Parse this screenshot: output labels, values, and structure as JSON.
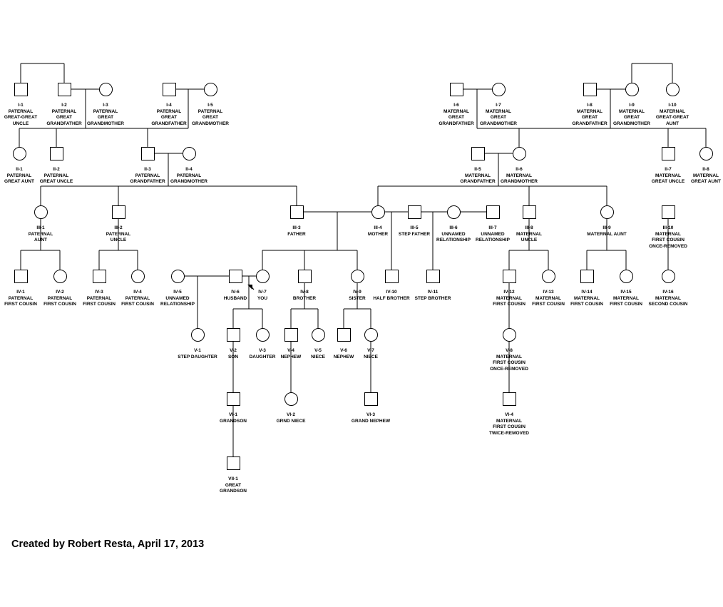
{
  "credit": "Created by Robert Resta, April 17, 2013",
  "individuals": [
    {
      "id": "I-1",
      "sex": "male",
      "lines": [
        "PATERNAL",
        "GREAT-GREAT",
        "UNCLE"
      ]
    },
    {
      "id": "I-2",
      "sex": "male",
      "lines": [
        "PATERNAL",
        "GREAT",
        "GRANDFATHER"
      ]
    },
    {
      "id": "I-3",
      "sex": "female",
      "lines": [
        "PATERNAL",
        "GREAT",
        "GRANDMOTHER"
      ]
    },
    {
      "id": "I-4",
      "sex": "male",
      "lines": [
        "PATERNAL",
        "GREAT",
        "GRANDFATHER"
      ]
    },
    {
      "id": "I-5",
      "sex": "female",
      "lines": [
        "PATERNAL",
        "GREAT",
        "GRANDMOTHER"
      ]
    },
    {
      "id": "I-6",
      "sex": "male",
      "lines": [
        "MATERNAL",
        "GREAT",
        "GRANDFATHER"
      ]
    },
    {
      "id": "I-7",
      "sex": "female",
      "lines": [
        "MATERNAL",
        "GREAT",
        "GRANDMOTHER"
      ]
    },
    {
      "id": "I-8",
      "sex": "male",
      "lines": [
        "MATERNAL",
        "GREAT",
        "GRANDFATHER"
      ]
    },
    {
      "id": "I-9",
      "sex": "female",
      "lines": [
        "MATERNAL",
        "GREAT",
        "GRANDMOTHER"
      ]
    },
    {
      "id": "I-10",
      "sex": "female",
      "lines": [
        "MATERNAL",
        "GREAT-GREAT",
        "AUNT"
      ]
    },
    {
      "id": "II-1",
      "sex": "female",
      "lines": [
        "PATERNAL",
        "GREAT AUNT"
      ]
    },
    {
      "id": "II-2",
      "sex": "male",
      "lines": [
        "PATERNAL",
        "GREAT UNCLE"
      ]
    },
    {
      "id": "II-3",
      "sex": "male",
      "lines": [
        "PATERNAL",
        "GRANDFATHER"
      ]
    },
    {
      "id": "II-4",
      "sex": "female",
      "lines": [
        "PATERNAL",
        "GRANDMOTHER"
      ]
    },
    {
      "id": "II-5",
      "sex": "male",
      "lines": [
        "MATERNAL",
        "GRANDFATHER"
      ]
    },
    {
      "id": "II-6",
      "sex": "female",
      "lines": [
        "MATERNAL",
        "GRANDMOTHER"
      ]
    },
    {
      "id": "II-7",
      "sex": "male",
      "lines": [
        "MATERNAL",
        "GREAT UNCLE"
      ]
    },
    {
      "id": "II-8",
      "sex": "female",
      "lines": [
        "MATERNAL",
        "GREAT AUNT"
      ]
    },
    {
      "id": "III-1",
      "sex": "female",
      "lines": [
        "PATERNAL",
        "AUNT"
      ]
    },
    {
      "id": "III-2",
      "sex": "male",
      "lines": [
        "PATERNAL",
        "UNCLE"
      ]
    },
    {
      "id": "III-3",
      "sex": "male",
      "lines": [
        "FATHER"
      ]
    },
    {
      "id": "III-4",
      "sex": "female",
      "lines": [
        "MOTHER"
      ]
    },
    {
      "id": "III-5",
      "sex": "male",
      "lines": [
        "STEP FATHER"
      ]
    },
    {
      "id": "III-6",
      "sex": "female",
      "lines": [
        "UNNAMED",
        "RELATIONSHIP"
      ]
    },
    {
      "id": "III-7",
      "sex": "male",
      "lines": [
        "UNNAMED",
        "RELATIONSHIP"
      ]
    },
    {
      "id": "III-8",
      "sex": "male",
      "lines": [
        "MATERNAL",
        "UNCLE"
      ]
    },
    {
      "id": "III-9",
      "sex": "female",
      "lines": [
        "MATERNAL AUNT"
      ]
    },
    {
      "id": "III-10",
      "sex": "male",
      "lines": [
        "MATERNAL",
        "FIRST COUSIN",
        "ONCE-REMOVED"
      ]
    },
    {
      "id": "IV-1",
      "sex": "male",
      "lines": [
        "PATERNAL",
        "FIRST COUSIN"
      ]
    },
    {
      "id": "IV-2",
      "sex": "female",
      "lines": [
        "PATERNAL",
        "FIRST COUSIN"
      ]
    },
    {
      "id": "IV-3",
      "sex": "male",
      "lines": [
        "PATERNAL",
        "FIRST COUSIN"
      ]
    },
    {
      "id": "IV-4",
      "sex": "female",
      "lines": [
        "PATERNAL",
        "FIRST COUSIN"
      ]
    },
    {
      "id": "IV-5",
      "sex": "female",
      "lines": [
        "UNNAMED",
        "RELATIONSHIP"
      ]
    },
    {
      "id": "IV-6",
      "sex": "male",
      "lines": [
        "HUSBAND"
      ]
    },
    {
      "id": "IV-7",
      "sex": "female",
      "lines": [
        "YOU"
      ],
      "proband": true
    },
    {
      "id": "IV-8",
      "sex": "male",
      "lines": [
        "BROTHER"
      ]
    },
    {
      "id": "IV-9",
      "sex": "female",
      "lines": [
        "SISTER"
      ]
    },
    {
      "id": "IV-10",
      "sex": "male",
      "lines": [
        "HALF BROTHER"
      ]
    },
    {
      "id": "IV-11",
      "sex": "male",
      "lines": [
        "STEP BROTHER"
      ]
    },
    {
      "id": "IV-12",
      "sex": "male",
      "lines": [
        "MATERNAL",
        "FIRST COUSIN"
      ]
    },
    {
      "id": "IV-13",
      "sex": "female",
      "lines": [
        "MATERNAL",
        "FIRST COUSIN"
      ]
    },
    {
      "id": "IV-14",
      "sex": "male",
      "lines": [
        "MATERNAL",
        "FIRST COUSIN"
      ]
    },
    {
      "id": "IV-15",
      "sex": "female",
      "lines": [
        "MATERNAL",
        "FIRST COUSIN"
      ]
    },
    {
      "id": "IV-16",
      "sex": "female",
      "lines": [
        "MATERNAL",
        "SECOND COUSIN"
      ]
    },
    {
      "id": "V-1",
      "sex": "female",
      "lines": [
        "STEP DAUGHTER"
      ]
    },
    {
      "id": "V-2",
      "sex": "male",
      "lines": [
        "SON"
      ]
    },
    {
      "id": "V-3",
      "sex": "female",
      "lines": [
        "DAUGHTER"
      ]
    },
    {
      "id": "V-4",
      "sex": "male",
      "lines": [
        "NEPHEW"
      ]
    },
    {
      "id": "V-5",
      "sex": "female",
      "lines": [
        "NIECE"
      ]
    },
    {
      "id": "V-6",
      "sex": "male",
      "lines": [
        "NEPHEW"
      ]
    },
    {
      "id": "V-7",
      "sex": "female",
      "lines": [
        "NIECE"
      ]
    },
    {
      "id": "V-8",
      "sex": "female",
      "lines": [
        "MATERNAL",
        "FIRST COUSIN",
        "ONCE-REMOVED"
      ]
    },
    {
      "id": "VI-1",
      "sex": "male",
      "lines": [
        "GRANDSON"
      ]
    },
    {
      "id": "VI-2",
      "sex": "female",
      "lines": [
        "GRND NIECE"
      ]
    },
    {
      "id": "VI-3",
      "sex": "male",
      "lines": [
        "GRAND NEPHEW"
      ]
    },
    {
      "id": "VI-4",
      "sex": "male",
      "lines": [
        "MATERNAL",
        "FIRST COUSIN",
        "TWICE-REMOVED"
      ]
    },
    {
      "id": "VII-1",
      "sex": "male",
      "lines": [
        "GREAT",
        "GRANDSON"
      ]
    }
  ]
}
